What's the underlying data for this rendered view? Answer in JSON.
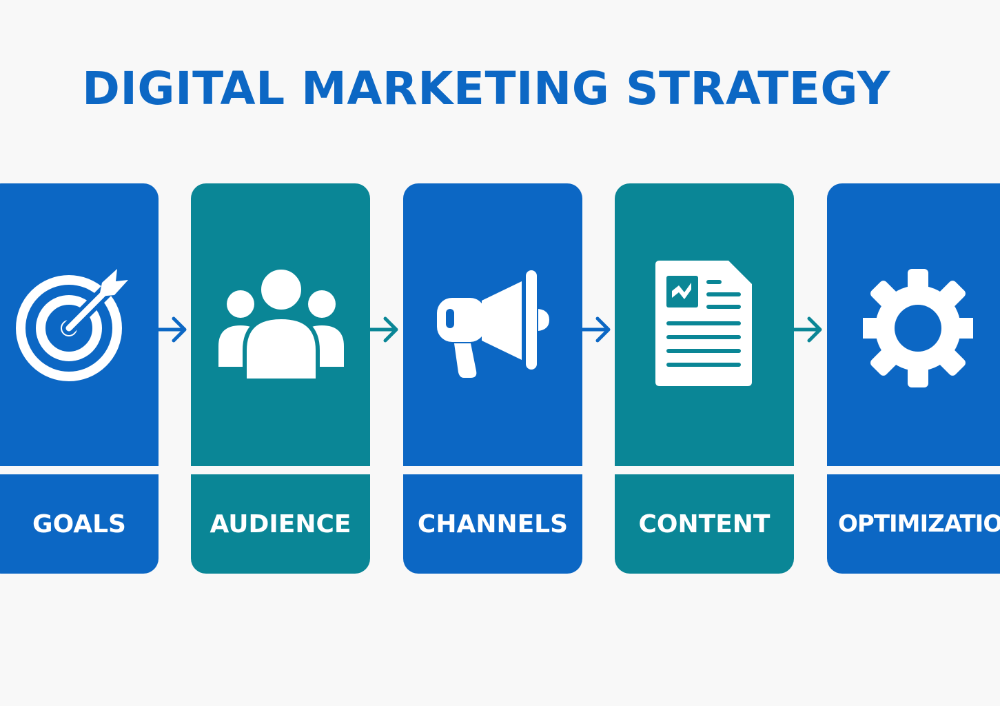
{
  "title": "DIGITAL MARKETING STRATEGY",
  "colors": {
    "title": "#0c67c4",
    "blue": "#0c67c4",
    "teal": "#0a8696",
    "icon": "#ffffff",
    "background": "#f8f8f8"
  },
  "steps": [
    {
      "label": "GOALS",
      "icon": "target-icon",
      "color": "blue"
    },
    {
      "label": "AUDIENCE",
      "icon": "people-group-icon",
      "color": "teal"
    },
    {
      "label": "CHANNELS",
      "icon": "megaphone-icon",
      "color": "blue"
    },
    {
      "label": "CONTENT",
      "icon": "document-icon",
      "color": "teal"
    },
    {
      "label": "OPTIMIZATION",
      "icon": "gear-icon",
      "color": "blue"
    }
  ],
  "arrows": [
    {
      "icon": "arrow-right-icon",
      "color": "blue"
    },
    {
      "icon": "arrow-right-icon",
      "color": "teal"
    },
    {
      "icon": "arrow-right-icon",
      "color": "blue"
    },
    {
      "icon": "arrow-right-icon",
      "color": "teal"
    }
  ]
}
